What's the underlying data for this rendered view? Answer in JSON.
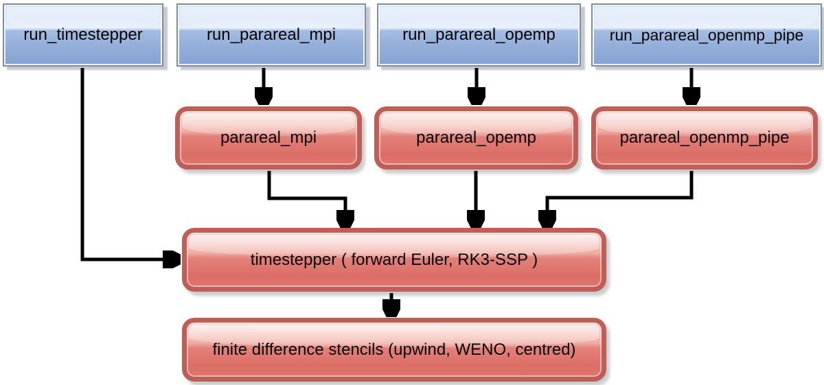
{
  "nodes": {
    "run_timestepper": {
      "label": "run_timestepper"
    },
    "run_parareal_mpi": {
      "label": "run_parareal_mpi"
    },
    "run_parareal_opemp": {
      "label": "run_parareal_opemp"
    },
    "run_parareal_openmp_pipe": {
      "label": "run_parareal_openmp_pipe"
    },
    "parareal_mpi": {
      "label": "parareal_mpi"
    },
    "parareal_opemp": {
      "label": "parareal_opemp"
    },
    "parareal_openmp_pipe": {
      "label": "parareal_openmp_pipe"
    },
    "timestepper": {
      "label": "timestepper ( forward Euler, RK3-SSP )"
    },
    "finite_difference_stencils": {
      "label": "finite difference stencils (upwind, WENO, centred)"
    }
  },
  "edges": [
    {
      "from": "run_parareal_mpi",
      "to": "parareal_mpi"
    },
    {
      "from": "run_parareal_opemp",
      "to": "parareal_opemp"
    },
    {
      "from": "run_parareal_openmp_pipe",
      "to": "parareal_openmp_pipe"
    },
    {
      "from": "run_timestepper",
      "to": "timestepper"
    },
    {
      "from": "parareal_mpi",
      "to": "timestepper"
    },
    {
      "from": "parareal_opemp",
      "to": "timestepper"
    },
    {
      "from": "parareal_openmp_pipe",
      "to": "timestepper"
    },
    {
      "from": "timestepper",
      "to": "finite_difference_stencils"
    }
  ],
  "colors": {
    "background": "#ffffff",
    "text": "#000000",
    "arrow": "#000000",
    "blue_node_border": "#7b8ca6",
    "blue_node_gloss": "#e7effa",
    "blue_node_fill_bottom": "#84a3d2",
    "red_node_border": "#bf5d57",
    "red_node_fill_top": "#f5cfc9",
    "red_node_fill_bottom": "#db6e65"
  }
}
